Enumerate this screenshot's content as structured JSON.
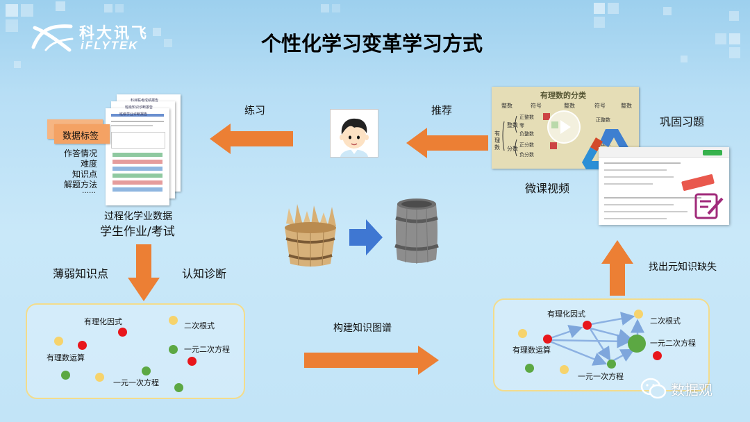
{
  "brand": {
    "cn": "科大讯飞",
    "en": "iFLYTEK"
  },
  "title": "个性化学习变革学习方式",
  "labels": {
    "practice": "练习",
    "recommend": "推荐",
    "consolidate": "巩固习题",
    "micro_video": "微课视频",
    "process_data": "过程化学业数据",
    "homework_exam": "学生作业/考试",
    "weak_points": "薄弱知识点",
    "cognitive": "认知诊断",
    "build_graph": "构建知识图谱",
    "find_gaps": "找出元知识缺失"
  },
  "tags": {
    "header": "数据标签",
    "items": [
      "作答情况",
      "难度",
      "知识点",
      "解题方法",
      "……"
    ]
  },
  "doc_titles": [
    "科目联考成绩报告",
    "班级知识诊断报告",
    "班级学业诊断报告"
  ],
  "video": {
    "title": "有理数的分类"
  },
  "nodes_left": [
    "有理化因式",
    "二次根式",
    "有理数运算",
    "一元二次方程",
    "一元一次方程"
  ],
  "nodes_right": [
    "有理化因式",
    "二次根式",
    "有理数运算",
    "一元二次方程",
    "一元一次方程"
  ],
  "watermark": "数据观",
  "colors": {
    "arrow": "#ec7f34",
    "blue_arrow": "#3f77d2",
    "red": "#e8161b",
    "green": "#5ca843",
    "yellow": "#f6d36c",
    "panel_border": "#f3dc8c"
  }
}
